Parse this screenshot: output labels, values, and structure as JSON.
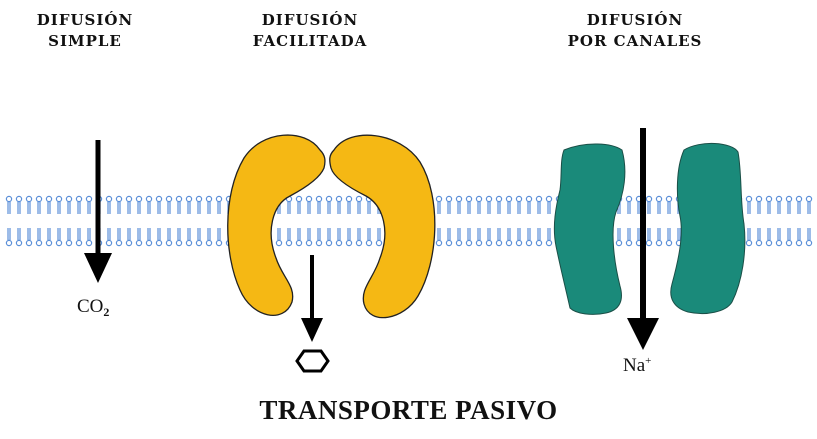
{
  "labels": {
    "simple": {
      "line1": "DIFUSIÓN",
      "line2": "SIMPLE"
    },
    "facilitated": {
      "line1": "DIFUSIÓN",
      "line2": "FACILITADA"
    },
    "channels": {
      "line1": "DIFUSIÓN",
      "line2": "POR CANALES"
    }
  },
  "molecules": {
    "co2": {
      "base": "CO",
      "sub": "2"
    },
    "sodium": {
      "base": "Na",
      "sup": "+"
    }
  },
  "title": "TRANSPORTE PASIVO",
  "colors": {
    "membrane": "#5b8fd8",
    "carrier_protein": "#f5b814",
    "channel_protein": "#1a8a7a",
    "arrow": "#000000",
    "text": "#111111"
  },
  "icons": [
    "hexagon-glucose-icon"
  ]
}
